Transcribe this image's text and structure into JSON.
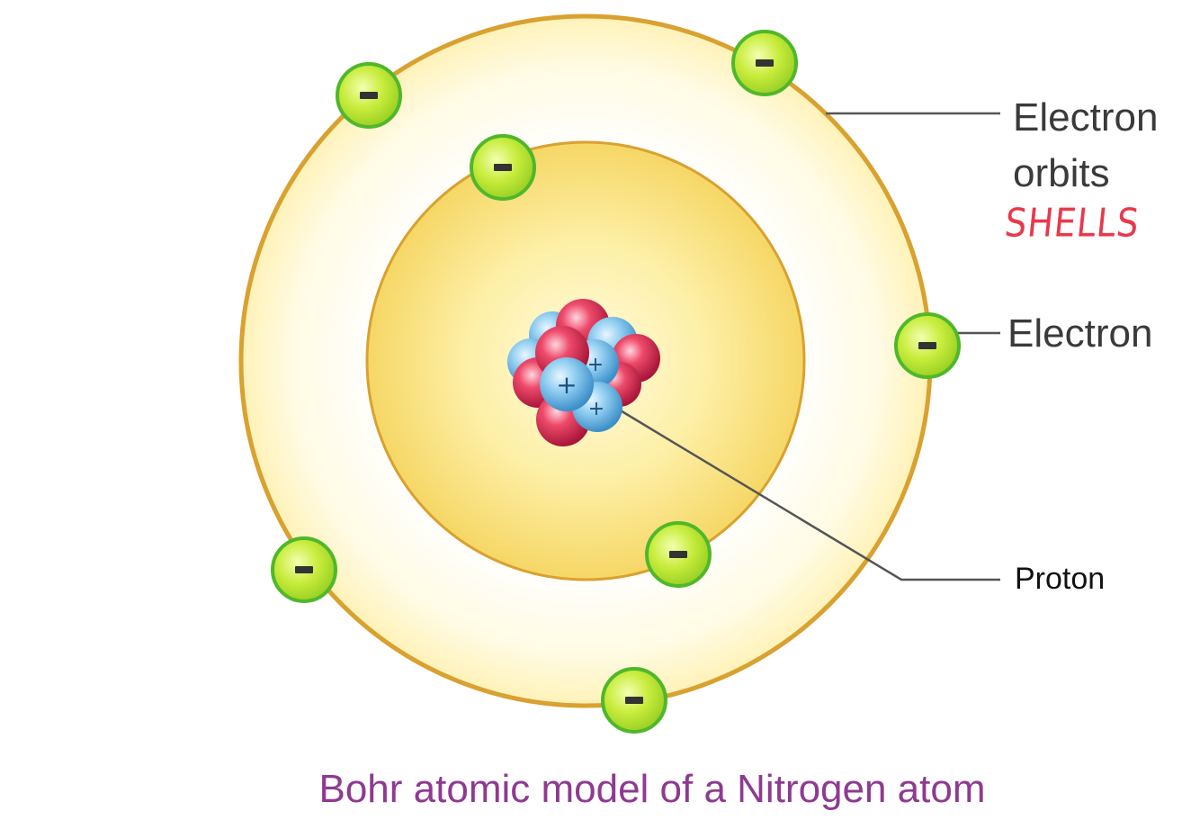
{
  "labels": {
    "electron_orbits_line1": "Electron",
    "electron_orbits_line2": "orbits",
    "shells_handwritten": "SHELLS",
    "electron": "Electron",
    "proton": "Proton"
  },
  "caption": "Bohr atomic model of a Nitrogen atom",
  "electron_symbol": "-",
  "proton_symbol": "+",
  "colors": {
    "orbit_ring": "#d9a12f",
    "inner_disc": "#f9df7a",
    "electron_fill": "#c8ec3c",
    "electron_stroke": "#4fb82a",
    "proton": "#7fc4ea",
    "neutron": "#e8375a",
    "caption": "#8e3a91",
    "handwriting": "#e8394b"
  },
  "atom": {
    "element": "Nitrogen",
    "inner_shell_electrons": 2,
    "outer_shell_electrons": 5
  }
}
